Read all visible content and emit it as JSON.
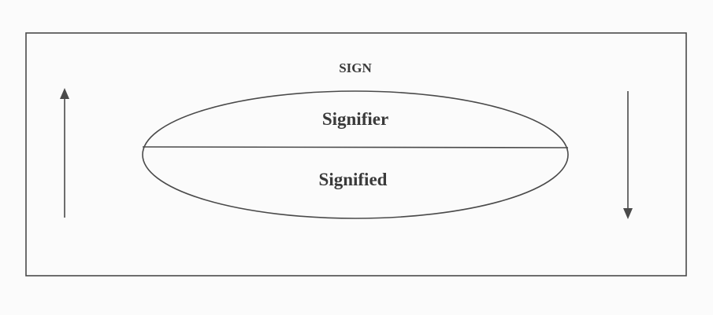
{
  "diagram": {
    "title": "SIGN",
    "upper_label": "Signifier",
    "lower_label": "Signified"
  },
  "colors": {
    "stroke": "#4a4a4a",
    "text": "#3a3a3a",
    "background": "#fbfbfb"
  }
}
